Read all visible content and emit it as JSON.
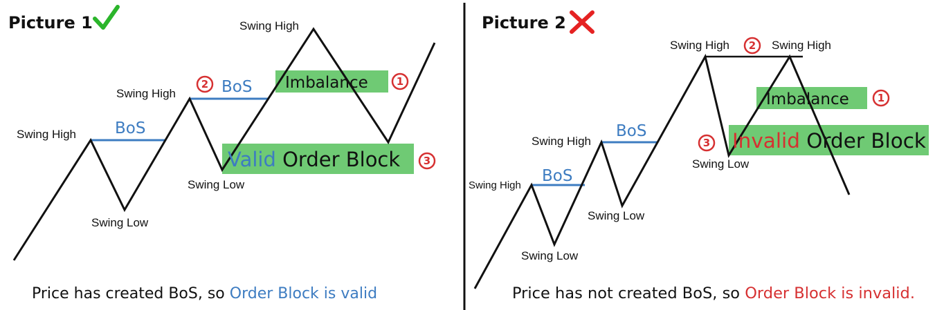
{
  "colors": {
    "accent_blue": "#3d7cc1",
    "accent_red": "#d63031",
    "highlight_green": "#6fca74",
    "check_green": "#2bb52b",
    "ink": "#111111",
    "divider": "#111111"
  },
  "panel1": {
    "title": "Picture 1",
    "status_icon": "check-icon",
    "labels": {
      "swing_high_1": "Swing High",
      "swing_low_1": "Swing Low",
      "swing_high_2": "Swing High",
      "swing_low_2": "Swing Low",
      "swing_high_3": "Swing High"
    },
    "bos_1": "BoS",
    "bos_2": "BoS",
    "imbalance": "Imbalance",
    "order_block_qualifier": "Valid",
    "order_block_rest": " Order Block",
    "steps": {
      "imbalance": "1",
      "bos": "2",
      "order_block": "3"
    },
    "caption_prefix": "Price has created BoS, so ",
    "caption_highlight": "Order Block is valid"
  },
  "panel2": {
    "title": "Picture 2",
    "status_icon": "cross-icon",
    "labels": {
      "swing_high_1": "Swing High",
      "swing_low_1": "Swing Low",
      "swing_high_2": "Swing High",
      "swing_low_2": "Swing Low",
      "swing_high_3": "Swing High",
      "swing_high_4": "Swing High",
      "swing_low_3": "Swing Low"
    },
    "bos_1": "BoS",
    "bos_2": "BoS",
    "imbalance": "Imbalance",
    "order_block_qualifier": "Invalid",
    "order_block_rest": " Order Block",
    "steps": {
      "imbalance": "1",
      "bos": "2",
      "order_block": "3"
    },
    "caption_prefix": "Price has not created BoS, so ",
    "caption_highlight": "Order Block is invalid."
  }
}
